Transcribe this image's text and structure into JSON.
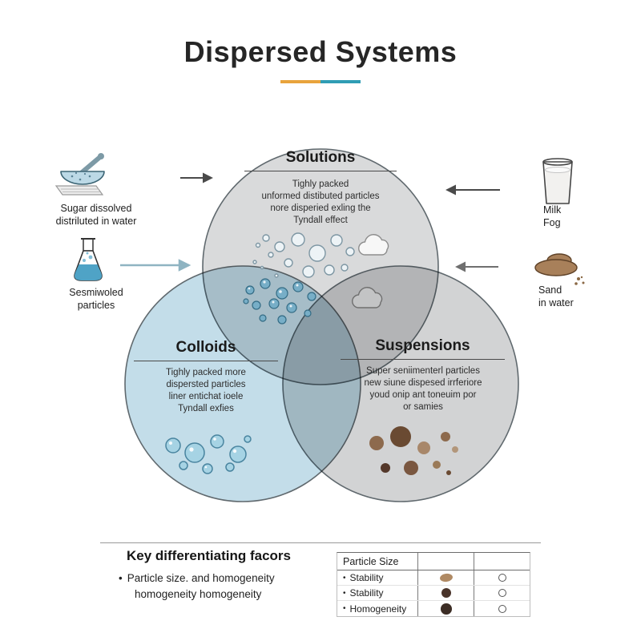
{
  "title": "Dispersed Systems",
  "accent": {
    "yellow": "#e8a33c",
    "teal": "#2f9db4"
  },
  "bullet_char": "•",
  "venn": {
    "solutions": {
      "title": "Solutions",
      "lines": [
        "Tighly packed",
        "unformed distibuted particles",
        "nore disperied exling the",
        "Tyndall effect"
      ]
    },
    "colloids": {
      "title": "Colloids",
      "lines": [
        "Tighly packed more",
        "dispersted particles",
        "liner entichat ioele",
        "Tyndall exfies"
      ]
    },
    "suspensions": {
      "title": "Suspensions",
      "lines": [
        "Super seniimenterl particles",
        "new siune dispesed irrferiore",
        "youd onip ant toneuim por",
        "or samies"
      ]
    }
  },
  "callouts": {
    "left": [
      {
        "icon": "sugar-bowl-icon",
        "lines": [
          "Sugar dissolved",
          "distriluted in water"
        ]
      },
      {
        "icon": "flask-icon",
        "lines": [
          "Sesmiwoled",
          "particles"
        ]
      }
    ],
    "right": [
      {
        "icon": "milk-glass-icon",
        "lines": [
          "Milk",
          "Fog"
        ]
      },
      {
        "icon": "sand-icon",
        "lines": [
          "Sand",
          "in water"
        ]
      }
    ]
  },
  "footer": {
    "heading": "Key differentiating facors",
    "bullet_lines": [
      "Particle size. and homogeneity",
      "homogeneity homogeneity"
    ],
    "table": {
      "header": "Particle Size",
      "rows": [
        {
          "label": "Stability"
        },
        {
          "label": "Stability"
        },
        {
          "label": "Homogeneity"
        }
      ]
    }
  }
}
